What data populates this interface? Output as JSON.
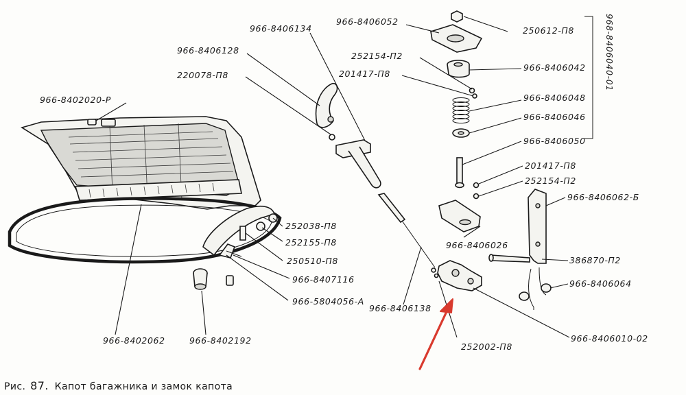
{
  "labels": {
    "p8406134": "966-8406134",
    "p8406052": "966-8406052",
    "p250612": "250612-П8",
    "p8406128": "966-8406128",
    "p252154a": "252154-П2",
    "p201417a": "201417-П8",
    "p8406042": "966-8406042",
    "p220078": "220078-П8",
    "p8402020": "966-8402020-Р",
    "p8406048": "966-8406048",
    "p8406046": "966-8406046",
    "p8406050": "966-8406050",
    "p8406040": "968-8406040-01",
    "p201417b": "201417-П8",
    "p252154b": "252154-П2",
    "p8406062": "966-8406062-Б",
    "p252038": "252038-П8",
    "p252155": "252155-П8",
    "p250510": "250510-П8",
    "p8407116": "966-8407116",
    "p8406026": "966-8406026",
    "p386870": "386870-П2",
    "p8406064": "966-8406064",
    "p5804056": "966-5804056-А",
    "p8406138": "966-8406138",
    "p8402062": "966-8402062",
    "p8402192": "966-8402192",
    "p252002": "252002-П8",
    "p8406010": "966-8406010-02"
  },
  "caption": {
    "prefix": "Рис.",
    "number": "87.",
    "text": "Капот багажника и замок капота"
  },
  "colors": {
    "ink": "#1a1a1a",
    "paper": "#fdfdfb",
    "arrow": "#d93a2e"
  }
}
